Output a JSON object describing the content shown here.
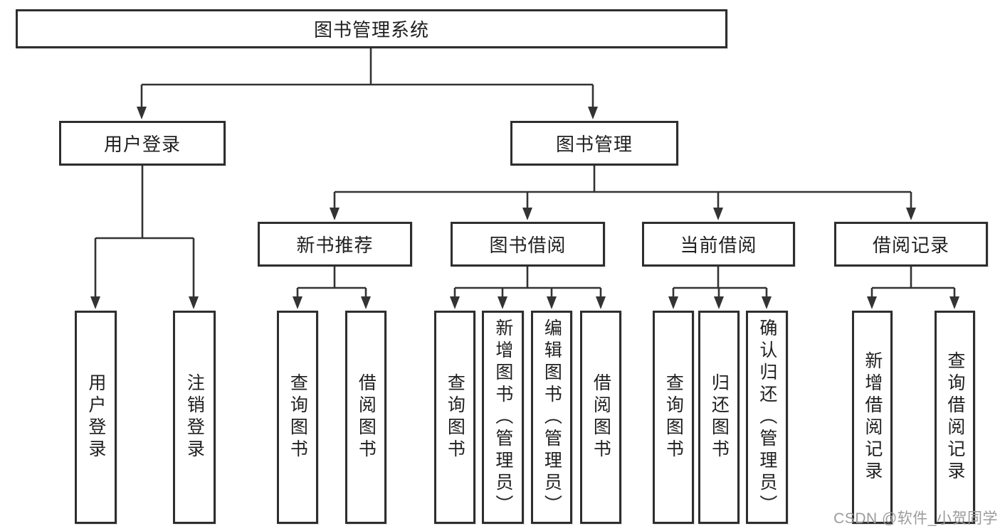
{
  "tree": {
    "label": "图书管理系统",
    "children": [
      {
        "label": "用户登录",
        "children": [
          {
            "label": "用户登录"
          },
          {
            "label": "注销登录"
          }
        ]
      },
      {
        "label": "图书管理",
        "children": [
          {
            "label": "新书推荐",
            "children": [
              {
                "label": "查询图书"
              },
              {
                "label": "借阅图书"
              }
            ]
          },
          {
            "label": "图书借阅",
            "children": [
              {
                "label": "查询图书"
              },
              {
                "label": "新增图书（管理员）"
              },
              {
                "label": "编辑图书（管理员）"
              },
              {
                "label": "借阅图书"
              }
            ]
          },
          {
            "label": "当前借阅",
            "children": [
              {
                "label": "查询图书"
              },
              {
                "label": "归还图书"
              },
              {
                "label": "确认归还（管理员）"
              }
            ]
          },
          {
            "label": "借阅记录",
            "children": [
              {
                "label": "新增借阅记录"
              },
              {
                "label": "查询借阅记录"
              }
            ]
          }
        ]
      }
    ]
  },
  "watermark": {
    "text": "CSDN @软件_小贺同学"
  },
  "colors": {
    "line": "#333333",
    "border": "#2e2e2e",
    "text": "#1f1f1f",
    "watermark": "#9b9b9b",
    "background": "#ffffff"
  }
}
